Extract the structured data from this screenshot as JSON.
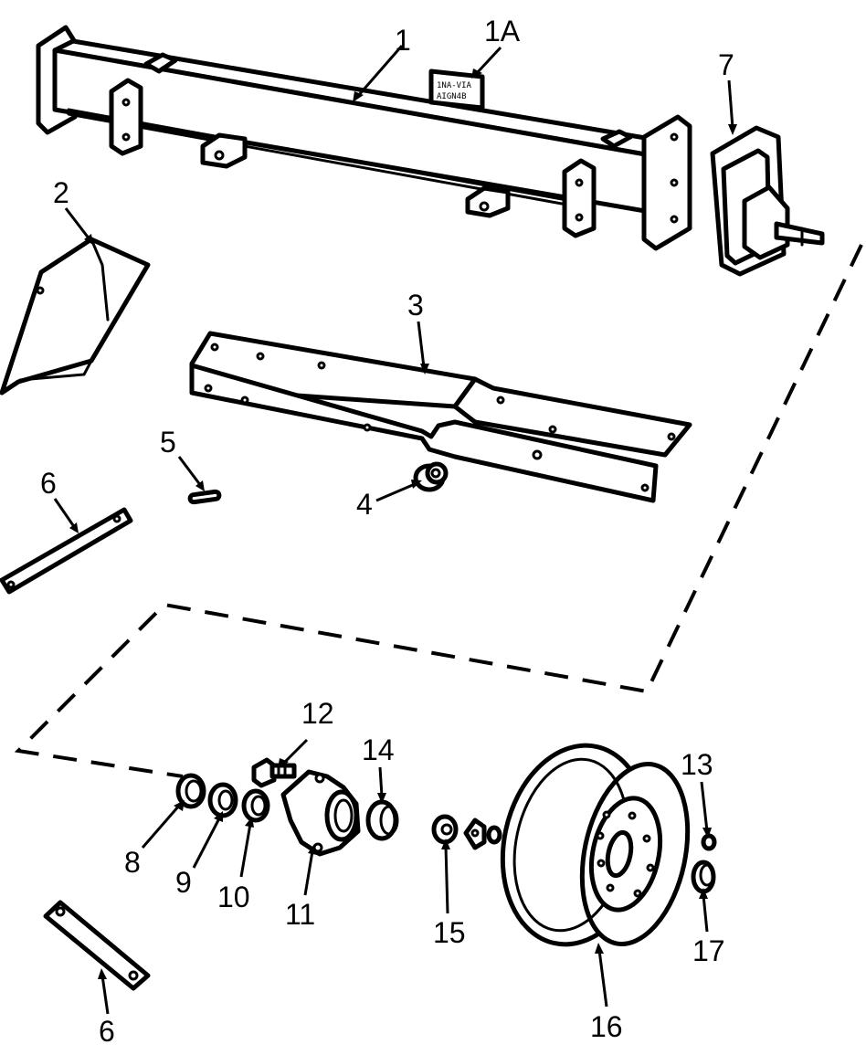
{
  "diagram": {
    "callouts": [
      {
        "id": "c1",
        "text": "1"
      },
      {
        "id": "c1a",
        "text": "1A"
      },
      {
        "id": "c2",
        "text": "2"
      },
      {
        "id": "c3",
        "text": "3"
      },
      {
        "id": "c4",
        "text": "4"
      },
      {
        "id": "c5",
        "text": "5"
      },
      {
        "id": "c6a",
        "text": "6"
      },
      {
        "id": "c6b",
        "text": "6"
      },
      {
        "id": "c7",
        "text": "7"
      },
      {
        "id": "c8",
        "text": "8"
      },
      {
        "id": "c9",
        "text": "9"
      },
      {
        "id": "c10",
        "text": "10"
      },
      {
        "id": "c11",
        "text": "11"
      },
      {
        "id": "c12",
        "text": "12"
      },
      {
        "id": "c13",
        "text": "13"
      },
      {
        "id": "c14",
        "text": "14"
      },
      {
        "id": "c15",
        "text": "15"
      },
      {
        "id": "c16",
        "text": "16"
      },
      {
        "id": "c17",
        "text": "17"
      }
    ],
    "decal_lines": [
      "1NA-VIA",
      "AIGN4B"
    ]
  }
}
